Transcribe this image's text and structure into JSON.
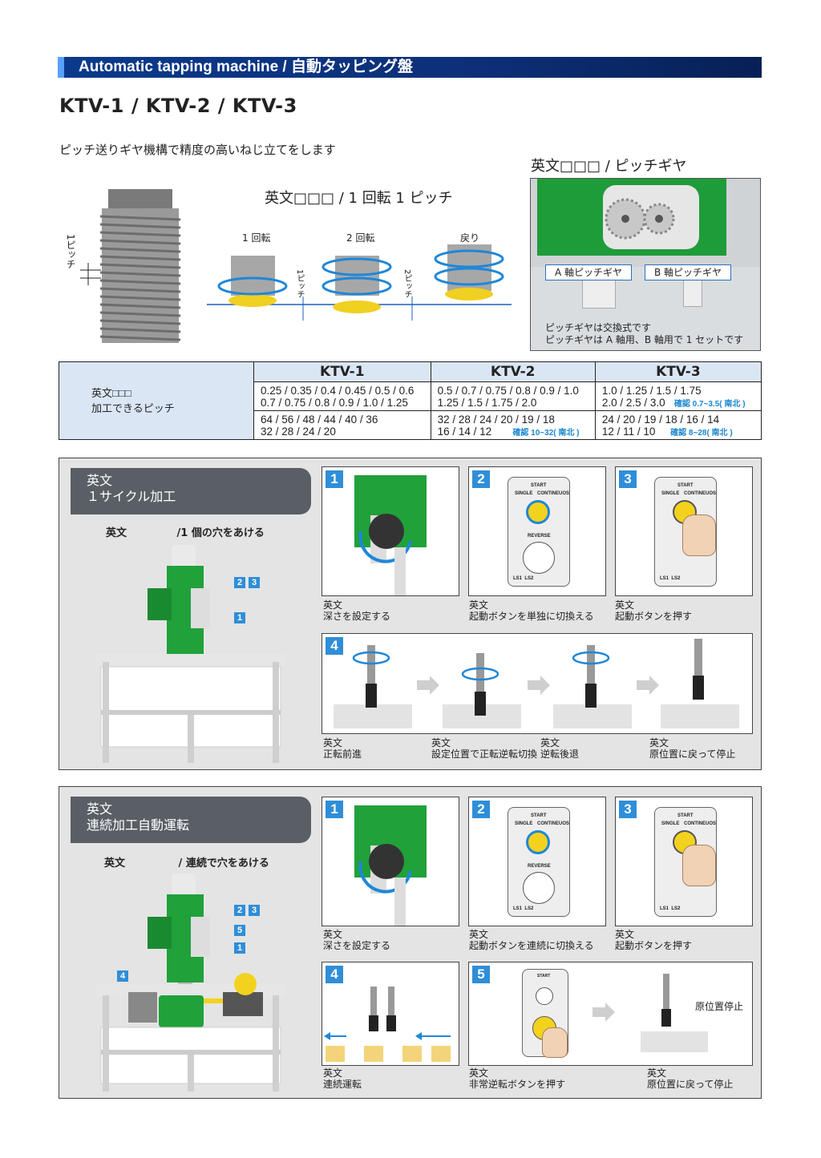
{
  "header": {
    "banner": "Automatic tapping machine / 自動タッピング盤",
    "models": "KTV-1 / KTV-2 / KTV-3",
    "description": "ピッチ送りギヤ機構で精度の高いねじ立てをします"
  },
  "pitch_diagram": {
    "title": "英文□□□ / 1 回転 1 ピッチ",
    "side_label": "1ピッチ",
    "labels": [
      "1 回転",
      "2 回転",
      "戻り"
    ],
    "pitch1": "1ピッチ",
    "pitch2": "2ピッチ"
  },
  "gear": {
    "title": "英文□□□ / ピッチギヤ",
    "a_label": "A 軸ピッチギヤ",
    "b_label": "B 軸ピッチギヤ",
    "note1": "ピッチギヤは交換式です",
    "note2": "ピッチギヤは A 軸用、B 軸用で 1 セットです"
  },
  "spec_table": {
    "row_label_1": "英文□□□",
    "row_label_2": "加工できるピッチ",
    "headers": [
      "KTV-1",
      "KTV-2",
      "KTV-3"
    ],
    "metric": [
      [
        "0.25 / 0.35 / 0.4 / 0.45 / 0.5 / 0.6",
        "0.7 / 0.75 / 0.8 / 0.9 / 1.0 / 1.25"
      ],
      [
        "0.5 / 0.7 / 0.75 / 0.8 / 0.9 / 1.0",
        "1.25 / 1.5 / 1.75 / 2.0"
      ],
      [
        "1.0 / 1.25 / 1.5 / 1.75",
        "2.0 / 2.5 / 3.0"
      ]
    ],
    "metric_note_ktv3": "確認 0.7~3.5( 南北 )",
    "inch": [
      [
        "64 / 56 / 48 / 44 / 40 / 36",
        "32 / 28 / 24 / 20"
      ],
      [
        "32 / 28 / 24 / 20 / 19 / 18",
        "16 / 14 / 12"
      ],
      [
        "24 / 20 / 19 / 18 / 16 / 14",
        "12 / 11 / 10"
      ]
    ],
    "inch_note_ktv2": "確認 10~32( 南北 )",
    "inch_note_ktv3": "確認 8~28( 南北 )"
  },
  "section1": {
    "head1": "英文",
    "head2": "１サイクル加工",
    "sub_a": "英文",
    "sub_b": "/1 個の穴をあける",
    "tags": [
      "2",
      "3",
      "1"
    ],
    "steps": [
      {
        "num": "1",
        "cap1": "英文",
        "cap2": "深さを設定する"
      },
      {
        "num": "2",
        "cap1": "英文",
        "cap2": "起動ボタンを単独に切換える"
      },
      {
        "num": "3",
        "cap1": "英文",
        "cap2": "起動ボタンを押す"
      }
    ],
    "step4": {
      "num": "4",
      "caps": [
        {
          "a": "英文",
          "b": "正転前進"
        },
        {
          "a": "英文",
          "b": "設定位置で正転逆転切換"
        },
        {
          "a": "英文",
          "b": "逆転後退"
        },
        {
          "a": "英文",
          "b": "原位置に戻って停止"
        }
      ]
    }
  },
  "section2": {
    "head1": "英文",
    "head2": "連続加工自動運転",
    "sub_a": "英文",
    "sub_b": "/ 連続で穴をあける",
    "tags": [
      "2",
      "3",
      "5",
      "1",
      "4"
    ],
    "steps": [
      {
        "num": "1",
        "cap1": "英文",
        "cap2": "深さを設定する"
      },
      {
        "num": "2",
        "cap1": "英文",
        "cap2": "起動ボタンを連続に切換える"
      },
      {
        "num": "3",
        "cap1": "英文",
        "cap2": "起動ボタンを押す"
      }
    ],
    "step4": {
      "num": "4",
      "cap1": "英文",
      "cap2": "連続運転"
    },
    "step5": {
      "num": "5",
      "cap1": "英文",
      "cap2": "非常逆転ボタンを押す",
      "cap3": "英文",
      "cap4": "原位置に戻って停止",
      "stop_label": "原位置停止"
    }
  },
  "control_panel": {
    "start": "START",
    "single": "SINGLE",
    "continuous": "CONTINEUOS",
    "reverse": "REVERSE",
    "ls": "LS1  LS2"
  },
  "colors": {
    "banner": "#0d2f78",
    "accent": "#2f8ed8",
    "machine": "#1fa33a",
    "yellow": "#f3d21e"
  }
}
